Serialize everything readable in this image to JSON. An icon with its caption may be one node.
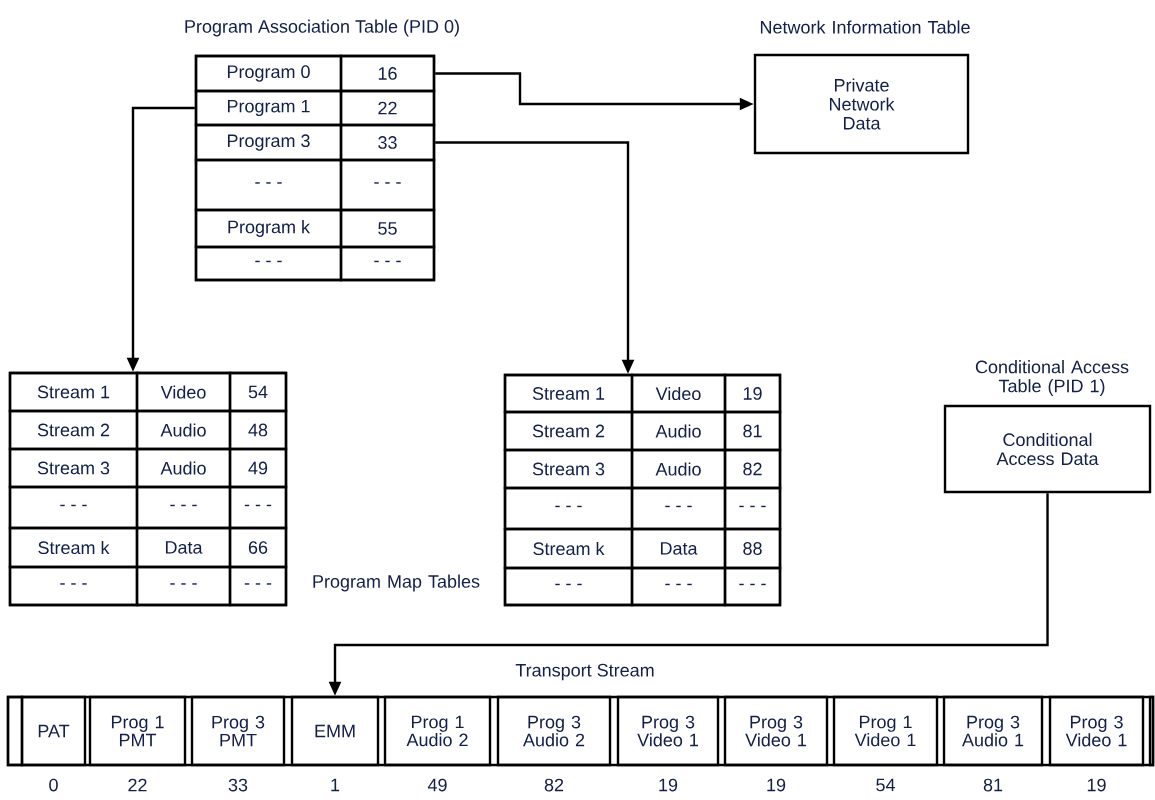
{
  "diagram": {
    "nodes": [
      {
        "text": [
          "Program Association Table (PID 0)"
        ]
      },
      {
        "text": [
          "Program 0",
          "16"
        ],
        "in": 0
      },
      {
        "text": [
          "Program 1",
          "22"
        ],
        "in": 0
      },
      {
        "text": [
          "Program 3",
          "33"
        ],
        "in": 0
      },
      {
        "text": [
          "- - -",
          "- - -"
        ],
        "in": 0
      },
      {
        "text": [
          "Program k",
          "55"
        ],
        "in": 0
      },
      {
        "text": [
          "- - -",
          "- - -"
        ],
        "in": 0
      },
      {
        "text": [
          "Network Information Table",
          "Private Network Data"
        ]
      },
      {
        "text": [],
        "shape": "box"
      },
      {
        "text": [
          "Stream 1",
          "Video",
          "54"
        ],
        "in": 8
      },
      {
        "text": [
          "Stream 2",
          "Audio",
          "48"
        ],
        "in": 8
      },
      {
        "text": [
          "Stream 3",
          "Audio",
          "49"
        ],
        "in": 8
      },
      {
        "text": [
          "- - -",
          "- - -",
          "- - -"
        ],
        "in": 8
      },
      {
        "text": [
          "Stream k",
          "Data",
          "66"
        ],
        "in": 8
      },
      {
        "text": [
          "- - -",
          "- - -",
          "- - -"
        ],
        "in": 8
      },
      {
        "text": [],
        "shape": "box"
      },
      {
        "text": [
          "Stream 1",
          "Video",
          "19"
        ],
        "in": 15
      },
      {
        "text": [
          "Stream 2",
          "Audio",
          "81"
        ],
        "in": 15
      },
      {
        "text": [
          "Stream 3",
          "Audio",
          "82"
        ],
        "in": 15
      },
      {
        "text": [
          "- - -",
          "- - -",
          "- - -"
        ],
        "in": 15
      },
      {
        "text": [
          "Stream k",
          "Data",
          "88"
        ],
        "in": 15
      },
      {
        "text": [
          "- - -",
          "- - -",
          "- - -"
        ],
        "in": 15
      },
      {
        "text": [
          "Conditional Access Table (PID 1)",
          "Conditional Access Data"
        ]
      },
      {
        "text": [
          "Transport Stream"
        ]
      },
      {
        "text": [],
        "shape": "box",
        "in": 23
      },
      {
        "text": [
          "PAT"
        ],
        "beside": [
          "0"
        ],
        "in": 23
      },
      {
        "text": [
          "Prog 1 PMT"
        ],
        "beside": [
          "22"
        ],
        "in": 23
      },
      {
        "text": [
          "Prog 3 PMT"
        ],
        "beside": [
          "33"
        ],
        "in": 23
      },
      {
        "text": [
          "EMM"
        ],
        "beside": [
          "1"
        ],
        "in": 23
      },
      {
        "text": [
          "Prog 1 Audio 2"
        ],
        "beside": [
          "49"
        ],
        "in": 23
      },
      {
        "text": [
          "Prog 3 Audio 2"
        ],
        "beside": [
          "82"
        ],
        "in": 23
      },
      {
        "text": [
          "Prog 3 Video 1"
        ],
        "beside": [
          "19"
        ],
        "in": 23
      },
      {
        "text": [
          "Prog 3 Video 1"
        ],
        "beside": [
          "19"
        ],
        "in": 23
      },
      {
        "text": [
          "Prog 1 Video 1"
        ],
        "beside": [
          "54"
        ],
        "in": 23
      },
      {
        "text": [
          "Prog 3 Audio 1"
        ],
        "beside": [
          "81"
        ],
        "in": 23
      },
      {
        "text": [
          "Prog 3 Video 1"
        ],
        "beside": [
          "19"
        ],
        "in": 23
      },
      {
        "text": [],
        "shape": "box",
        "in": 23
      }
    ],
    "edges": [
      {
        "from": 1,
        "to": 7,
        "arrow": "to"
      },
      {
        "from": 2,
        "to": 8,
        "arrow": "to"
      },
      {
        "from": 3,
        "to": 15,
        "arrow": "to"
      },
      {
        "from": 22,
        "to": 28,
        "arrow": "to"
      }
    ],
    "labels": [
      "Program Map Tables"
    ]
  }
}
